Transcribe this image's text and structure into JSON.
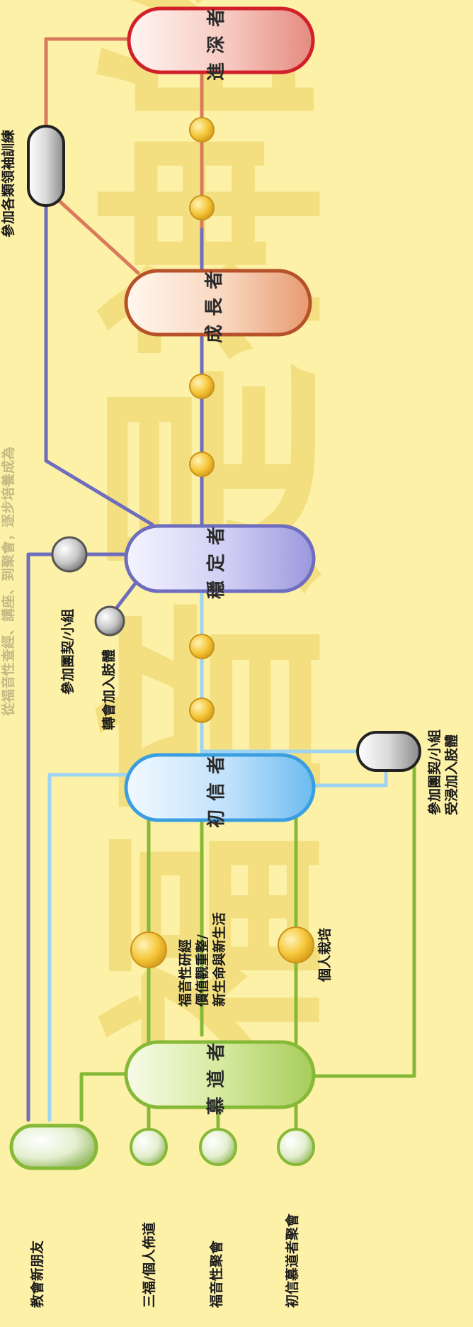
{
  "watermark": "福音是神的大能",
  "top_caption": "從福音性查經、講座、到聚會，逐步培養成為",
  "stages": {
    "seeker": "慕道者",
    "new_believer": "初信者",
    "stable": "穩定者",
    "growing": "成長者",
    "advanced": "進深者"
  },
  "labels": {
    "church_friends": "教會新朋友",
    "personal_evangelism": "三福/個人佈道",
    "gospel_gathering": "福音性聚會",
    "new_seeker_gathering": "初信慕道者聚會",
    "gospel_bible_study": "福音性研經",
    "values_rebuild": "價值觀重整/",
    "new_life": "新生命與新生活",
    "personal_nurture": "個人栽培",
    "join_fellowship_baptism_1": "參加團契/小組",
    "join_fellowship_baptism_2": "受浸加入肢體",
    "join_fellowship": "參加團契/小組",
    "transfer_membership": "轉會加入肢體",
    "leadership_training": "參加各類領袖訓練"
  },
  "colors": {
    "background": "#fdf1a8",
    "seeker": "#86b937",
    "new_believer": "#3a9ee0",
    "stable": "#6f6dbd",
    "growing": "#b7512a",
    "advanced": "#d2202a",
    "dot": "#f4c33a"
  }
}
